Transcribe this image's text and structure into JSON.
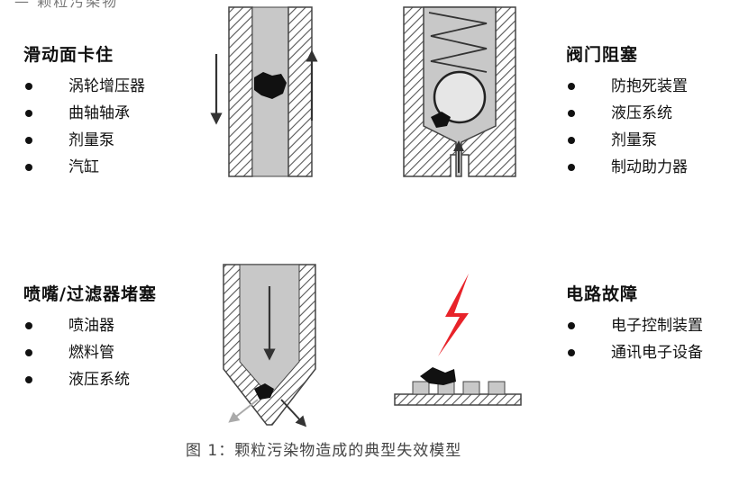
{
  "top_fragment": "— 颗粒污染物",
  "blocks": [
    {
      "title": "滑动面卡住",
      "items": [
        "涡轮增压器",
        "曲轴轴承",
        "剂量泵",
        "汽缸"
      ]
    },
    {
      "title": "阀门阻塞",
      "items": [
        "防抱死装置",
        "液压系统",
        "剂量泵",
        "制动助力器"
      ]
    },
    {
      "title": "喷嘴/过滤器堵塞",
      "items": [
        "喷油器",
        "燃料管",
        "液压系统"
      ]
    },
    {
      "title": "电路故障",
      "items": [
        "电子控制装置",
        "通讯电子设备"
      ]
    }
  ],
  "caption": "图 1：颗粒污染物造成的典型失效模型",
  "colors": {
    "fill_gray": "#c8c8c8",
    "wall_hatch": "#555555",
    "particle": "#111111",
    "lightning": "#e8232a"
  },
  "icons": [
    "sliding-surface-diagram",
    "valve-blockage-diagram",
    "nozzle-clog-diagram",
    "circuit-failure-diagram"
  ]
}
